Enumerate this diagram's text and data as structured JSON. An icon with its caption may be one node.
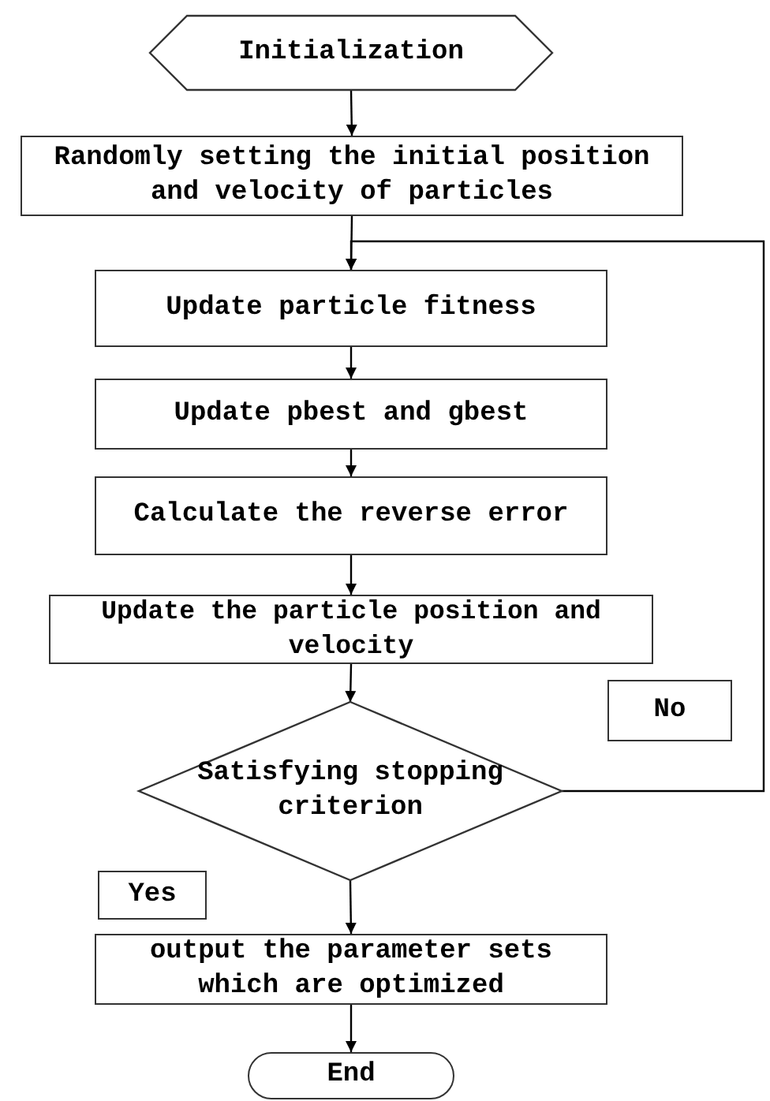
{
  "diagram": {
    "nodes": [
      {
        "text": [
          "Initialization"
        ]
      },
      {
        "text": [
          "Randomly setting the initial position and velocity of particles"
        ]
      },
      {
        "text": [
          "Update particle fitness"
        ]
      },
      {
        "text": [
          "Update pbest and gbest"
        ]
      },
      {
        "text": [
          "Calculate the reverse error"
        ]
      },
      {
        "text": [
          "Update the particle position and velocity"
        ]
      },
      {
        "text": [
          "No"
        ]
      },
      {
        "text": [
          "Satisfying stopping criterion"
        ]
      },
      {
        "text": [
          "Yes"
        ]
      },
      {
        "text": [
          "output the parameter sets which are optimized"
        ]
      },
      {
        "text": [
          "End"
        ]
      }
    ],
    "edges": [
      {
        "from": 0,
        "to": 1,
        "arrow": "to"
      },
      {
        "from": 1,
        "to": 2,
        "arrow": "to"
      },
      {
        "from": 2,
        "to": 3,
        "arrow": "to"
      },
      {
        "from": 3,
        "to": 4,
        "arrow": "to"
      },
      {
        "from": 4,
        "to": 5,
        "arrow": "to"
      },
      {
        "from": 5,
        "to": 7,
        "arrow": "to"
      },
      {
        "from": 7,
        "to": 2,
        "arrow": "to"
      },
      {
        "from": 7,
        "to": 9,
        "arrow": "to"
      },
      {
        "from": 9,
        "to": 10,
        "arrow": "to"
      }
    ]
  }
}
